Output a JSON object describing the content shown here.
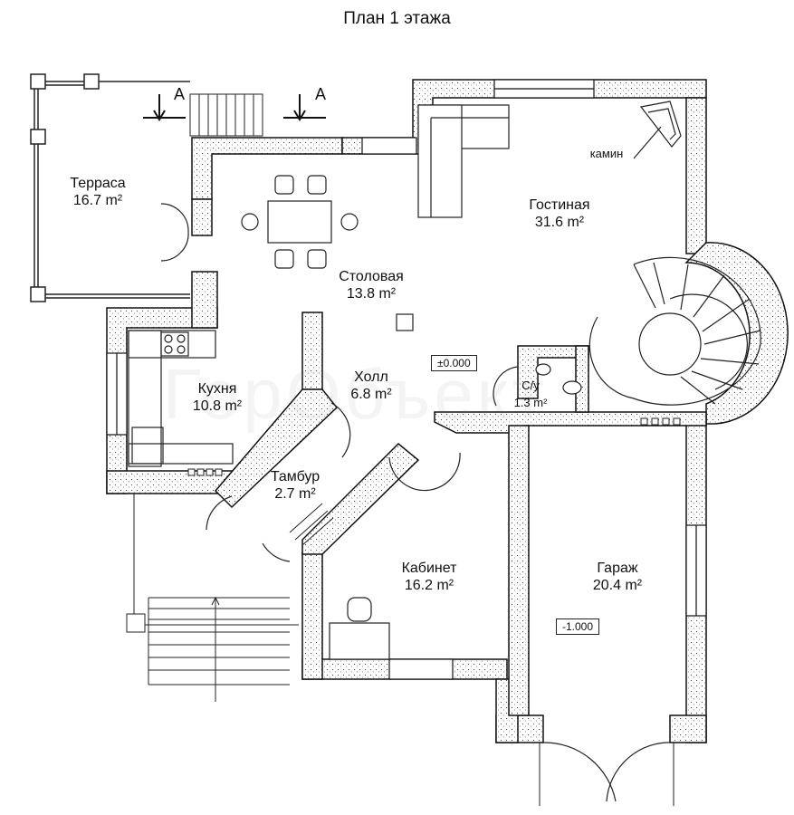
{
  "title": "План 1 этажа",
  "section_marker": "А",
  "rooms": [
    {
      "name": "Терраса",
      "area": "16.7 m²"
    },
    {
      "name": "Гостиная",
      "area": "31.6 m²"
    },
    {
      "name": "Столовая",
      "area": "13.8 m²"
    },
    {
      "name": "Кухня",
      "area": "10.8 m²"
    },
    {
      "name": "Холл",
      "area": "6.8 m²"
    },
    {
      "name": "С/у",
      "area": "1.3 m²"
    },
    {
      "name": "Тамбур",
      "area": "2.7 m²"
    },
    {
      "name": "Кабинет",
      "area": "16.2 m²"
    },
    {
      "name": "Гараж",
      "area": "20.4 m²"
    }
  ],
  "fireplace_label": "камин",
  "levels": {
    "main": "±0.000",
    "garage": "-1.000"
  },
  "watermark": "ГорОбъект"
}
